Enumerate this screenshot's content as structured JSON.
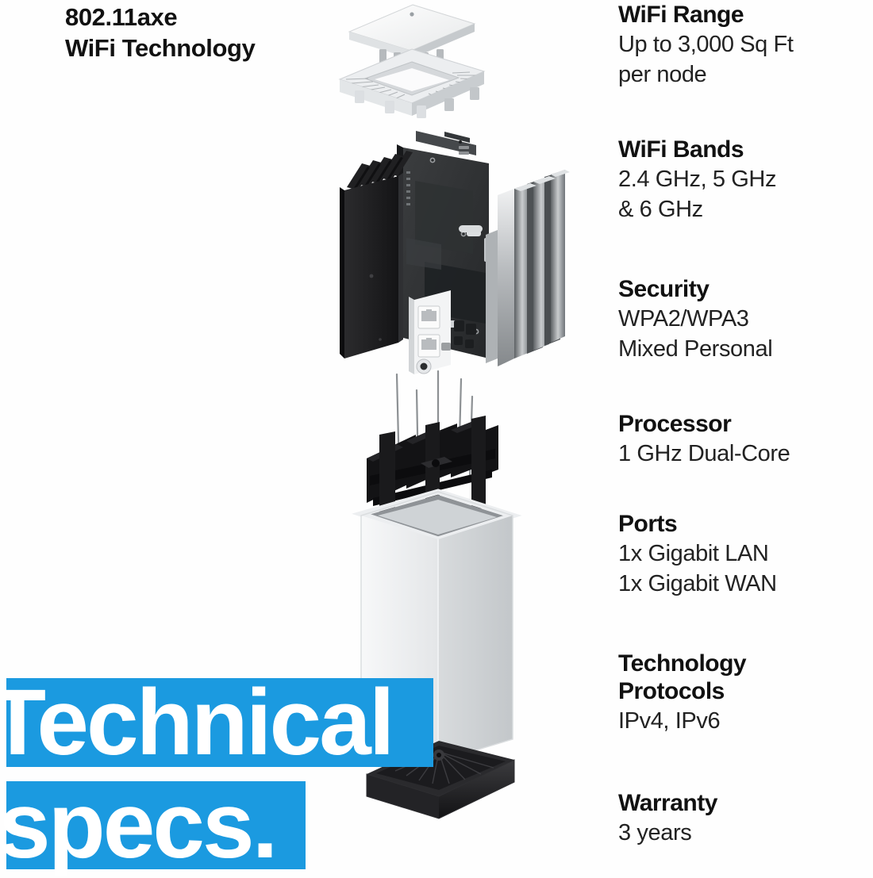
{
  "background_color": "#fefefe",
  "accent_color": "#1b9ae0",
  "text_color": "#111111",
  "headline": "802.11axe\nWiFi Technology",
  "display_heading": {
    "line1": "Technical",
    "line2": "specs."
  },
  "specs": [
    {
      "title": "WiFi Range",
      "value": "Up to 3,000 Sq Ft\nper node"
    },
    {
      "title": "WiFi Bands",
      "value": "2.4 GHz, 5 GHz\n& 6 GHz"
    },
    {
      "title": "Security",
      "value": "WPA2/WPA3\nMixed Personal"
    },
    {
      "title": "Processor",
      "value": "1 GHz Dual-Core"
    },
    {
      "title": "Ports",
      "value": "1x Gigabit LAN\n1x Gigabit WAN"
    },
    {
      "title": "Technology\nProtocols",
      "value": "IPv4, IPv6"
    },
    {
      "title": "Warranty",
      "value": "3 years"
    }
  ],
  "product_illustration": {
    "name": "exploded-mesh-router-diagram",
    "parts": [
      "top-cap",
      "vented-housing-ring",
      "mainboard-pcb",
      "black-heatsink",
      "silver-heatsink",
      "ethernet-ports",
      "power-jack",
      "antenna-array-heatsink",
      "white-tower-shell",
      "base-plate"
    ]
  }
}
